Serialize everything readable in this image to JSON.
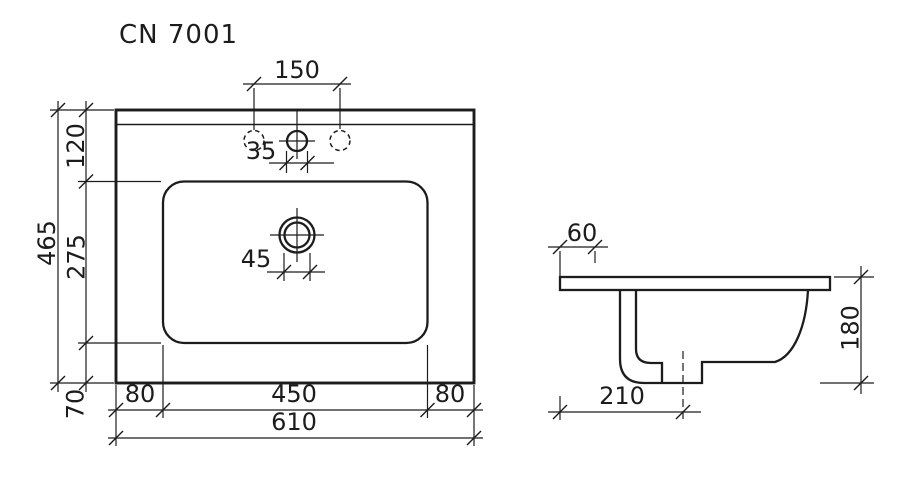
{
  "title": "CN 7001",
  "colors": {
    "ink": "#1c1c1c",
    "background": "#ffffff"
  },
  "top_view": {
    "tap_hole_spacing": "150",
    "tap_hole_diameter": "35",
    "drain_diameter": "45",
    "depth_total": "465",
    "back_ledge_depth": "120",
    "bowl_depth": "275",
    "front_ledge_depth": "70",
    "left_ledge_width": "80",
    "bowl_width": "450",
    "right_ledge_width": "80",
    "width_total": "610"
  },
  "side_view": {
    "tap_hole_setback": "60",
    "basin_height": "180",
    "drain_setback": "210"
  }
}
